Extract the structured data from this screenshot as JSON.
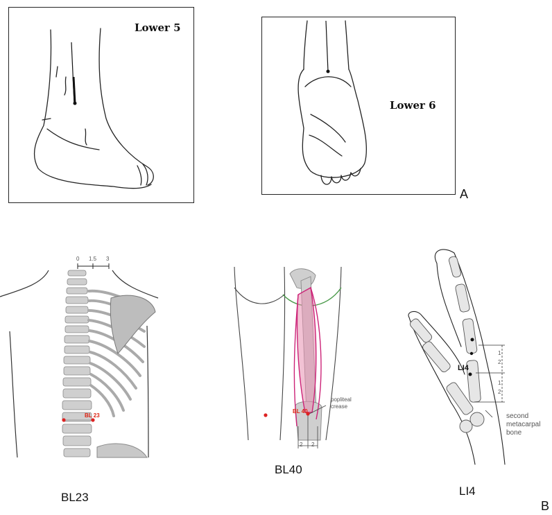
{
  "panelA": {
    "letter": "A",
    "lower5": "Lower 5",
    "lower6": "Lower 6"
  },
  "panelB": {
    "letter": "B",
    "bl23": {
      "caption": "BL23",
      "point_label": "BL 23",
      "scale": [
        "0",
        "1.5",
        "3"
      ]
    },
    "bl40": {
      "caption": "BL40",
      "point_label": "BL 40",
      "crease_label_1": "popliteal",
      "crease_label_2": "crease",
      "measures": [
        "2",
        "2"
      ]
    },
    "li4": {
      "caption": "LI4",
      "point_label": "LI4",
      "fractions": [
        "1",
        "2",
        "1",
        "2"
      ],
      "bone_label_1": "second",
      "bone_label_2": "metacarpal",
      "bone_label_3": "bone"
    }
  },
  "colors": {
    "marker_red": "#dd2222",
    "muscle_pink": "#e88fb0",
    "muscle_outline": "#cc2277",
    "crease_green": "#4a9a4a",
    "bone_gray": "#b8b8b8"
  }
}
